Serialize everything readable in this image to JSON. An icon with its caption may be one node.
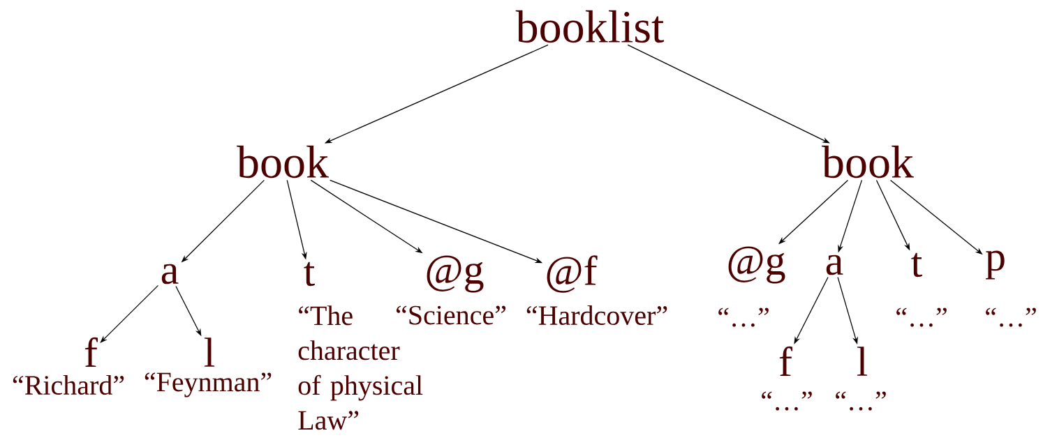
{
  "diagram": {
    "nodes": [
      {
        "text": [
          "booklist"
        ]
      },
      {
        "text": [
          "book"
        ]
      },
      {
        "text": [
          "book"
        ]
      },
      {
        "text": [
          "a"
        ]
      },
      {
        "text": [
          "t"
        ],
        "beside": [
          "“The character of physical Law”"
        ]
      },
      {
        "text": [
          "@g"
        ],
        "beside": [
          "“Science”"
        ]
      },
      {
        "text": [
          "@f"
        ],
        "beside": [
          "“Hardcover”"
        ]
      },
      {
        "text": [
          "f"
        ],
        "beside": [
          "“Richard”"
        ]
      },
      {
        "text": [
          "l"
        ],
        "beside": [
          "“Feynman”"
        ]
      },
      {
        "text": [
          "@g"
        ],
        "beside": [
          "“…”"
        ]
      },
      {
        "text": [
          "a"
        ]
      },
      {
        "text": [
          "t"
        ],
        "beside": [
          "“…”"
        ]
      },
      {
        "text": [
          "p"
        ],
        "beside": [
          "“…”"
        ]
      },
      {
        "text": [
          "f"
        ],
        "beside": [
          "“…”"
        ]
      },
      {
        "text": [
          "l"
        ],
        "beside": [
          "“…”"
        ]
      }
    ],
    "edges": [
      {
        "from": 0,
        "to": 1,
        "arrow": "to"
      },
      {
        "from": 0,
        "to": 2,
        "arrow": "to"
      },
      {
        "from": 1,
        "to": 3,
        "arrow": "to"
      },
      {
        "from": 1,
        "to": 4,
        "arrow": "to"
      },
      {
        "from": 1,
        "to": 5,
        "arrow": "to"
      },
      {
        "from": 1,
        "to": 6,
        "arrow": "to"
      },
      {
        "from": 3,
        "to": 7,
        "arrow": "to"
      },
      {
        "from": 3,
        "to": 8,
        "arrow": "to"
      },
      {
        "from": 2,
        "to": 9,
        "arrow": "to"
      },
      {
        "from": 2,
        "to": 10,
        "arrow": "to"
      },
      {
        "from": 2,
        "to": 11,
        "arrow": "to"
      },
      {
        "from": 2,
        "to": 12,
        "arrow": "to"
      },
      {
        "from": 10,
        "to": 13,
        "arrow": "to"
      },
      {
        "from": 10,
        "to": 14,
        "arrow": "to"
      }
    ]
  }
}
